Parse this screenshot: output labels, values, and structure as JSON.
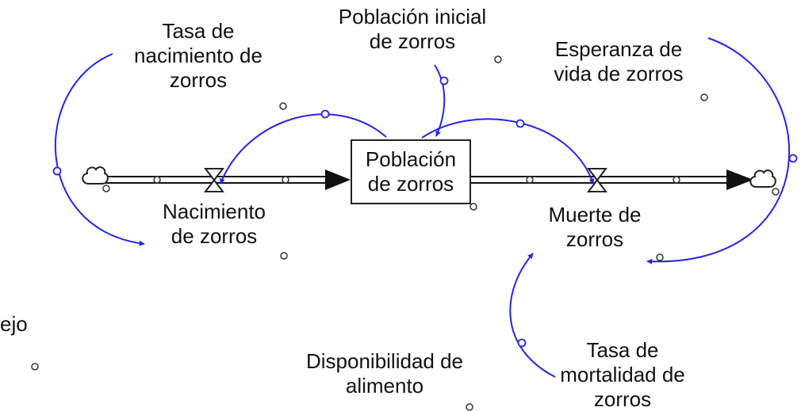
{
  "diagram": {
    "stock": {
      "label": "Población\nde zorros"
    },
    "variables": {
      "birth_rate": "Tasa de\nnacimiento de\nzorros",
      "initial_population": "Población inicial\nde zorros",
      "life_expectancy": "Esperanza de\nvida de zorros",
      "births": "Nacimiento\nde zorros",
      "deaths": "Muerte de\nzorros",
      "partial_label": "ejo",
      "food_availability": "Disponibilidad de\nalimento",
      "mortality_rate": "Tasa de\nmortalidad de\nzorros"
    },
    "colors": {
      "link": "#2525e8",
      "flow": "#111111",
      "text": "#111111"
    }
  }
}
